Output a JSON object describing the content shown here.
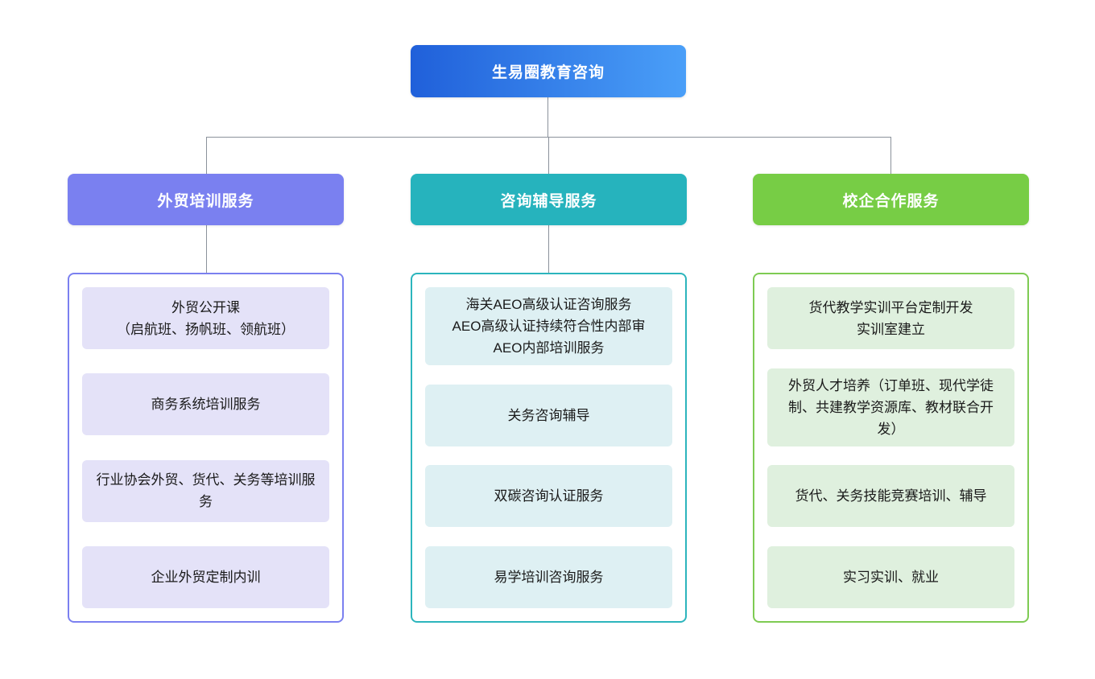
{
  "root": {
    "label": "生易圈教育咨询",
    "gradient": "linear-gradient(90deg, #2060da, #4a9ff8)"
  },
  "connector_color": "#8b929b",
  "branches": [
    {
      "label": "外贸培训服务",
      "header_color": "#7a80f0",
      "border_color": "#7b80f0",
      "item_bg": "#e4e2f8",
      "items": [
        "外贸公开课\n（启航班、扬帆班、领航班）",
        "商务系统培训服务",
        "行业协会外贸、货代、关务等培训服务",
        "企业外贸定制内训"
      ]
    },
    {
      "label": "咨询辅导服务",
      "header_color": "#26b3bd",
      "border_color": "#2cb5bd",
      "item_bg": "#def0f3",
      "items": [
        "海关AEO高级认证咨询服务\nAEO高级认证持续符合性内部审\nAEO内部培训服务",
        "关务咨询辅导",
        "双碳咨询认证服务",
        "易学培训咨询服务"
      ]
    },
    {
      "label": "校企合作服务",
      "header_color": "#77cd45",
      "border_color": "#7ecb53",
      "item_bg": "#dff0de",
      "items": [
        "货代教学实训平台定制开发\n实训室建立",
        "外贸人才培养（订单班、现代学徒制、共建教学资源库、教材联合开发）",
        "货代、关务技能竞赛培训、辅导",
        "实习实训、就业"
      ]
    }
  ]
}
